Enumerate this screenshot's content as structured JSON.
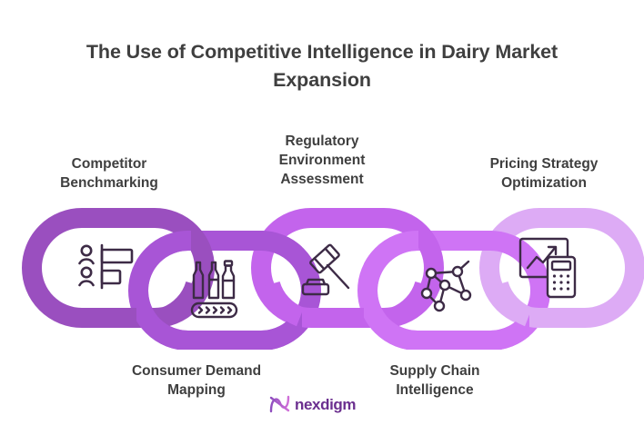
{
  "title": "The Use of Competitive Intelligence in Dairy Market Expansion",
  "colors": {
    "title_text": "#3f3f3f",
    "label_text": "#3f3f3f",
    "icon_stroke": "#3d2b46",
    "background": "#ffffff",
    "link_1": "#9a4fbf",
    "link_2": "#a855d6",
    "link_3": "#c364ec",
    "link_4": "#cf74f5",
    "link_5": "#ddabf5",
    "logo_text": "#6b2f8f",
    "logo_mark_start": "#8e4dbe",
    "logo_mark_end": "#d06fd8"
  },
  "chain": {
    "links": [
      {
        "id": 1,
        "label": "Competitor\nBenchmarking",
        "label_position": "above",
        "color": "#9a4fbf",
        "icon": "benchmark-chart-icon",
        "icon_description": "two person figures beside horizontal comparison bars"
      },
      {
        "id": 2,
        "label": "Consumer Demand\nMapping",
        "label_position": "below",
        "color": "#a855d6",
        "icon": "milk-bottles-conveyor-icon",
        "icon_description": "three milk bottles on a conveyor belt"
      },
      {
        "id": 3,
        "label": "Regulatory\nEnvironment\nAssessment",
        "label_position": "above",
        "color": "#c364ec",
        "icon": "gavel-icon",
        "icon_description": "judge gavel with sound block"
      },
      {
        "id": 4,
        "label": "Supply Chain\nIntelligence",
        "label_position": "below",
        "color": "#cf74f5",
        "icon": "network-nodes-icon",
        "icon_description": "connected network nodes graph"
      },
      {
        "id": 5,
        "label": "Pricing Strategy\nOptimization",
        "label_position": "above",
        "color": "#ddabf5",
        "icon": "growth-chart-calculator-icon",
        "icon_description": "upward trend chart with calculator"
      }
    ]
  },
  "logo": {
    "text": "nexdigm",
    "mark": "nexdigm-n-mark"
  }
}
